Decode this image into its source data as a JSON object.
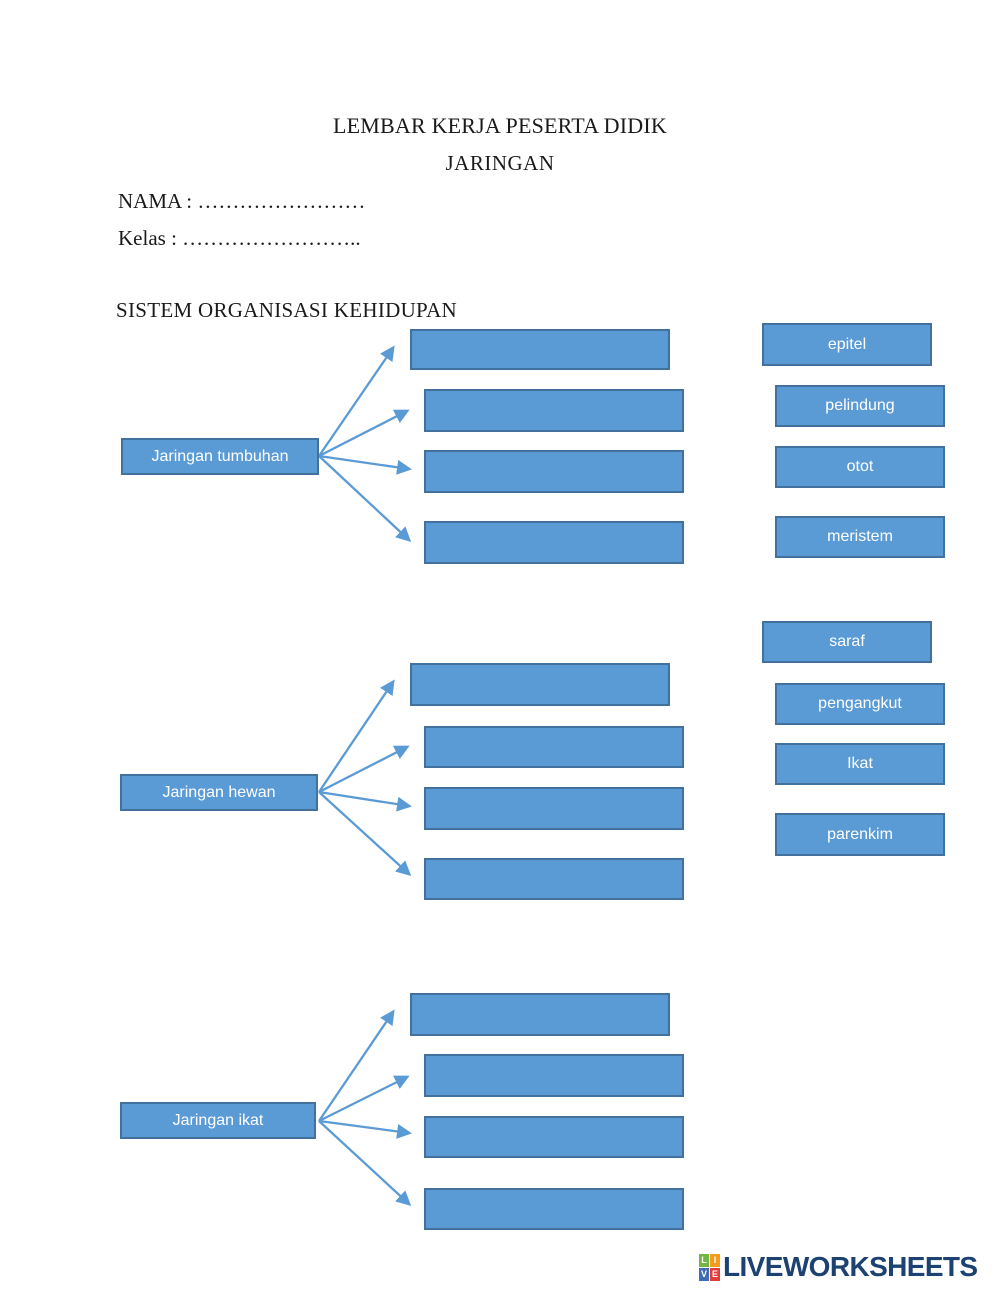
{
  "header": {
    "title_line1": "LEMBAR KERJA PESERTA DIDIK",
    "title_line2": "JARINGAN",
    "name_line": "NAMA : ……………………",
    "class_line": "Kelas : ……………………..",
    "section_heading": "SISTEM ORGANISASI KEHIDUPAN"
  },
  "diagram": {
    "groups": [
      {
        "label": "Jaringan tumbuhan",
        "empty_slots": 4
      },
      {
        "label": "Jaringan hewan",
        "empty_slots": 4
      },
      {
        "label": "Jaringan ikat",
        "empty_slots": 4
      }
    ]
  },
  "word_bank": {
    "top": [
      "epitel",
      "pelindung",
      "otot",
      "meristem"
    ],
    "middle": [
      "saraf",
      "pengangkut",
      "Ikat",
      "parenkim"
    ]
  },
  "colors": {
    "box_fill": "#5b9bd5",
    "box_border": "#41719c",
    "arrow": "#5b9bd5",
    "logo_text": "#1c4271",
    "logo_square_green": "#71b544",
    "logo_square_orange": "#f59c1c",
    "logo_square_blue": "#3e6db5",
    "logo_square_red": "#e23d3d"
  },
  "footer": {
    "logo_letters": [
      "L",
      "I",
      "V",
      "E"
    ],
    "logo_wordmark": "LIVEWORKSHEETS"
  }
}
